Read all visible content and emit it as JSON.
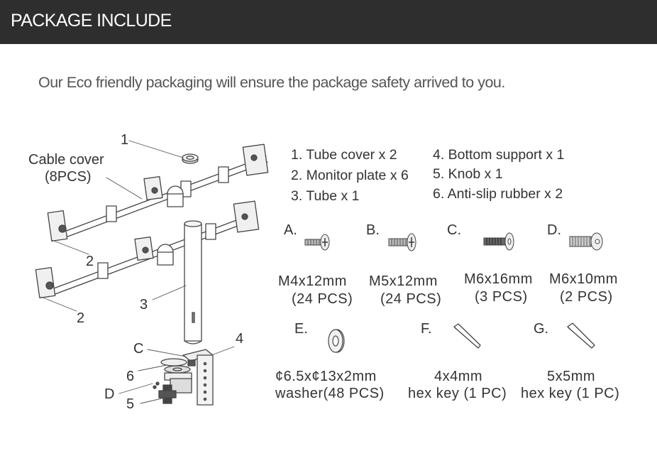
{
  "header": {
    "title": "PACKAGE INCLUDE"
  },
  "subtitle": "Our Eco friendly packaging will ensure the package safety arrived to you.",
  "diagram": {
    "callouts": {
      "n1": "1",
      "cable_cover_line1": "Cable cover",
      "cable_cover_line2": "(8PCS)",
      "n2a": "2",
      "n2b": "2",
      "n3": "3",
      "n4": "4",
      "c": "C",
      "n6": "6",
      "d": "D",
      "n5": "5"
    }
  },
  "parts_list": {
    "col1": [
      "1. Tube cover x 2",
      "2. Monitor plate x 6",
      "3. Tube x 1"
    ],
    "col2": [
      "4. Bottom support x 1",
      "5. Knob x 1",
      "6. Anti-slip rubber x 2"
    ]
  },
  "hardware": [
    {
      "letter": "A.",
      "spec_line1": "M4x12mm",
      "spec_line2": "(24 PCS)",
      "icon": "phillips-screw-icon"
    },
    {
      "letter": "B.",
      "spec_line1": "M5x12mm",
      "spec_line2": "(24 PCS)",
      "icon": "phillips-screw-icon"
    },
    {
      "letter": "C.",
      "spec_line1": "M6x16mm",
      "spec_line2": "(3 PCS)",
      "icon": "hex-socket-screw-icon"
    },
    {
      "letter": "D.",
      "spec_line1": "M6x10mm",
      "spec_line2": "(2 PCS)",
      "icon": "button-head-screw-icon"
    },
    {
      "letter": "E.",
      "spec_line1": "¢6.5x¢13x2mm",
      "spec_line2": "washer(48 PCS)",
      "icon": "washer-icon"
    },
    {
      "letter": "F.",
      "spec_line1": "4x4mm",
      "spec_line2": "hex key (1 PC)",
      "icon": "hex-key-icon"
    },
    {
      "letter": "G.",
      "spec_line1": "5x5mm",
      "spec_line2": "hex key (1 PC)",
      "icon": "hex-key-icon"
    }
  ]
}
